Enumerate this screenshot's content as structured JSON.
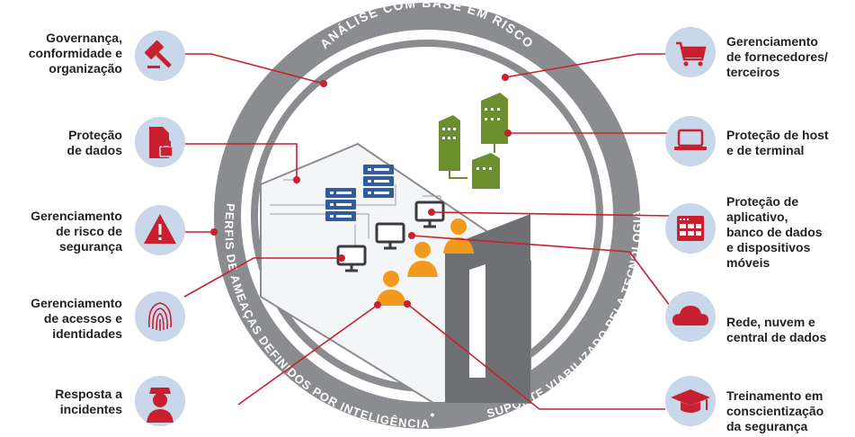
{
  "ring": {
    "top_text": "ANÁLISE COM BASE EM RISCO",
    "left_text": "PERFIS DE AMEAÇAS DEFINIDOS POR INTELIGÊNCIA",
    "right_text": "SUPORTE VIABILIZADO PELA TECNOLOGIA",
    "separator": "•"
  },
  "colors": {
    "ring": "#8a8c8f",
    "accent": "#c8202f",
    "icon_bg": "#c9d7ea",
    "server_green": "#6a8f2c",
    "person_orange": "#f39a1e",
    "server_blue": "#2f5d9f"
  },
  "left_items": [
    {
      "id": "governanca",
      "icon": "gavel-icon",
      "lines": [
        "Governança,",
        "conformidade e",
        "organização"
      ]
    },
    {
      "id": "dados",
      "icon": "locked-file-icon",
      "lines": [
        "Proteção",
        "de dados"
      ]
    },
    {
      "id": "risco",
      "icon": "warning-icon",
      "lines": [
        "Gerenciamento",
        "de risco de",
        "segurança"
      ]
    },
    {
      "id": "acessos",
      "icon": "fingerprint-icon",
      "lines": [
        "Gerenciamento",
        "de acessos e",
        "identidades"
      ]
    },
    {
      "id": "incidentes",
      "icon": "police-officer-icon",
      "lines": [
        "Resposta a",
        "incidentes"
      ]
    }
  ],
  "right_items": [
    {
      "id": "fornecedores",
      "icon": "shopping-cart-icon",
      "lines": [
        "Gerenciamento",
        "de fornecedores/",
        "terceiros"
      ]
    },
    {
      "id": "host",
      "icon": "laptop-icon",
      "lines": [
        "Proteção de host",
        "e de terminal"
      ]
    },
    {
      "id": "aplicativo",
      "icon": "app-window-icon",
      "lines": [
        "Proteção de",
        "aplicativo,",
        "banco de dados",
        "e dispositivos",
        "móveis"
      ]
    },
    {
      "id": "rede",
      "icon": "cloud-icon",
      "lines": [
        "Rede, nuvem e",
        "central de dados"
      ]
    },
    {
      "id": "treinamento",
      "icon": "graduation-cap-icon",
      "lines": [
        "Treinamento em",
        "conscientização",
        "da segurança"
      ]
    }
  ]
}
